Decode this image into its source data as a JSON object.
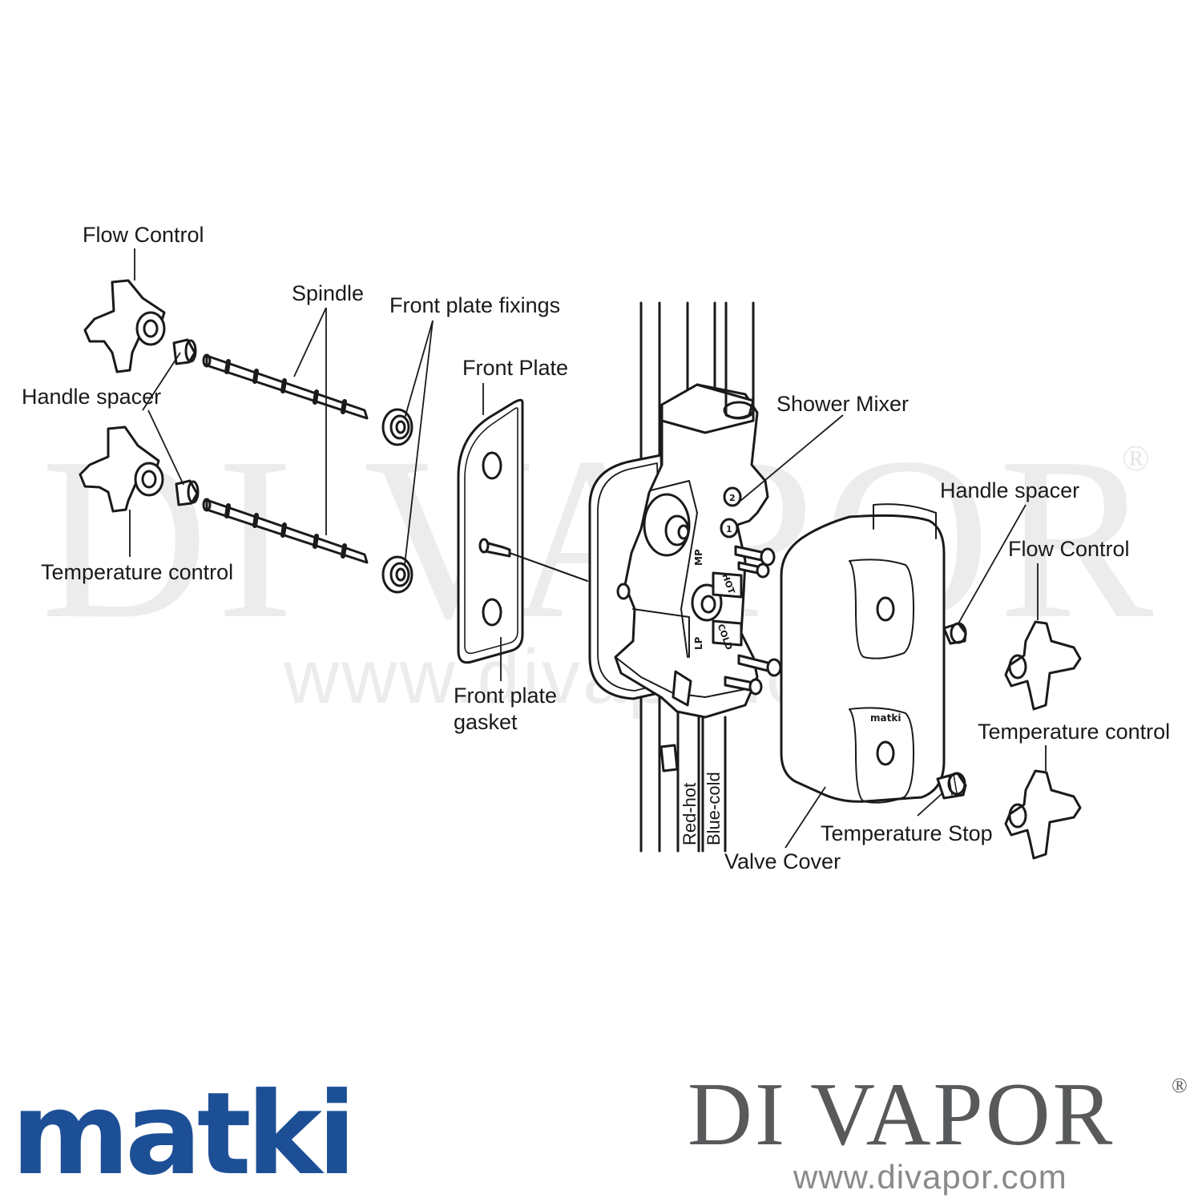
{
  "labels": {
    "flow_control_left": "Flow Control",
    "spindle": "Spindle",
    "front_plate_fixings": "Front plate fixings",
    "front_plate": "Front Plate",
    "shower_mixer": "Shower Mixer",
    "handle_spacer_left": "Handle spacer",
    "temperature_control_left": "Temperature control",
    "front_plate_gasket_line1": "Front plate",
    "front_plate_gasket_line2": "gasket",
    "handle_spacer_right": "Handle spacer",
    "flow_control_right": "Flow Control",
    "temperature_control_right": "Temperature control",
    "temperature_stop": "Temperature Stop",
    "valve_cover": "Valve Cover",
    "red_hot": "Red-hot",
    "blue_cold": "Blue-cold"
  },
  "part_marks": {
    "hot": "HOT",
    "cold": "COLD",
    "mp": "MP",
    "lp": "LP",
    "outlet_1": "1",
    "outlet_2": "2",
    "cover_brand": "matki"
  },
  "watermark": {
    "brand": "DI VAPOR",
    "registered": "®",
    "url": "www.divapor.com"
  },
  "branding": {
    "maker_logo": "matki",
    "maker_logo_color": "#1d4f96",
    "retailer_logo": "DI VAPOR",
    "retailer_registered": "®",
    "retailer_url": "www.divapor.com",
    "retailer_color": "#58595b"
  }
}
